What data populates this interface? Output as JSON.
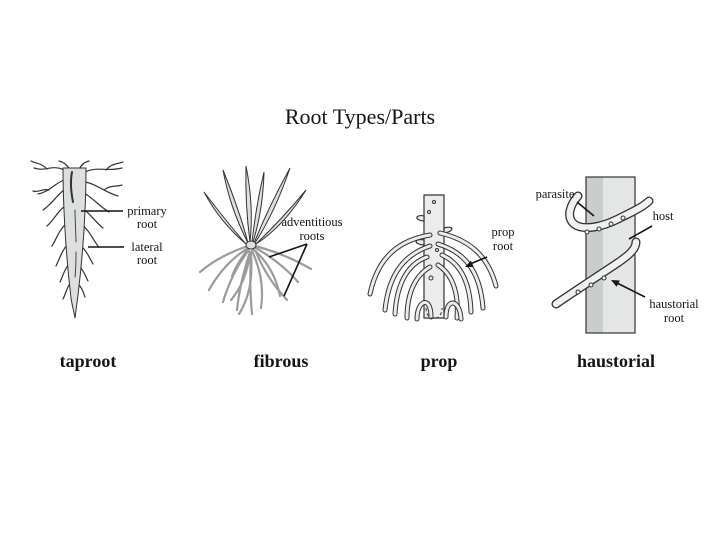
{
  "slide": {
    "title": "Root Types/Parts"
  },
  "figures": [
    {
      "id": "taproot",
      "caption": "taproot",
      "annotations": [
        {
          "lines": [
            "primary",
            "root"
          ]
        },
        {
          "lines": [
            "lateral",
            "root"
          ]
        }
      ]
    },
    {
      "id": "fibrous",
      "caption": "fibrous",
      "annotations": [
        {
          "lines": [
            "adventitious",
            "roots"
          ]
        }
      ]
    },
    {
      "id": "prop",
      "caption": "prop",
      "annotations": [
        {
          "lines": [
            "prop",
            "root"
          ]
        }
      ]
    },
    {
      "id": "haustorial",
      "caption": "haustorial",
      "annotations": [
        {
          "lines": [
            "parasite"
          ]
        },
        {
          "lines": [
            "host"
          ]
        },
        {
          "lines": [
            "haustorial",
            "root"
          ]
        }
      ]
    }
  ],
  "colors": {
    "background": "#ffffff",
    "ink": "#141414",
    "line": "#333333",
    "shape_fill": "#dcdfde",
    "trunk_fill": "#eaedec",
    "fiber_gray": "#9a9c9b",
    "stem_dark": "#c9cdcb",
    "stem_light": "#e3e6e5",
    "vine_fill": "#eff1f0"
  }
}
